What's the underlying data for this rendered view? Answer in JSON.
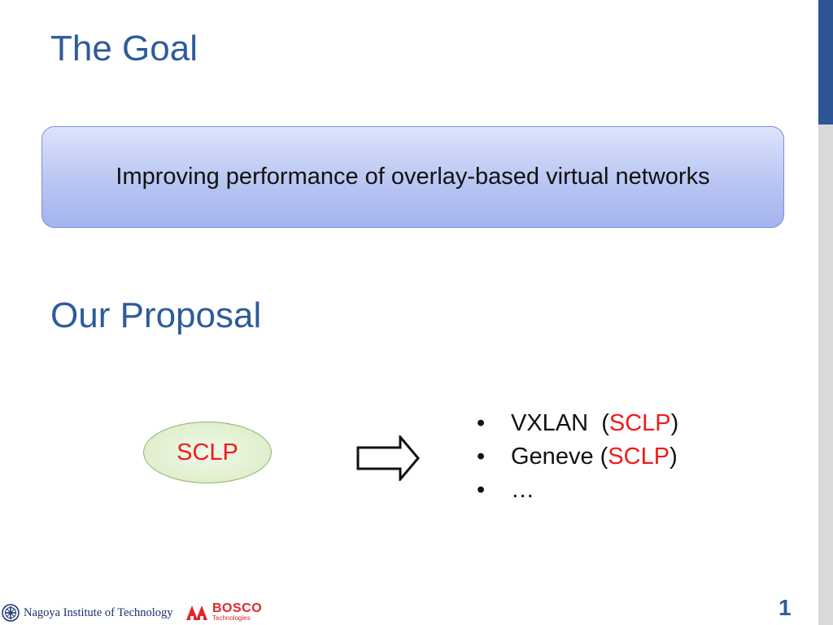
{
  "slide": {
    "goal_heading": "The Goal",
    "goal_text": "Improving performance of overlay-based virtual networks",
    "proposal_heading": "Our Proposal",
    "sclp_label": "SCLP",
    "bullets": [
      {
        "marker": "•",
        "text": "VXLAN  (",
        "highlight": "SCLP",
        "suffix": ")"
      },
      {
        "marker": "•",
        "text": "Geneve (",
        "highlight": "SCLP",
        "suffix": ")"
      },
      {
        "marker": "•",
        "text": "…"
      }
    ],
    "page_number": "1"
  },
  "footer": {
    "institute_name": "Nagoya Institute of Technology",
    "institute_logo_icon": "nit-emblem-icon",
    "company_logo_icon": "bosco-logo-icon",
    "company_name": "BOSCO",
    "company_subtitle": "Technologies"
  },
  "colors": {
    "heading": "#2e5c9a",
    "accent_red": "#ee1c1c",
    "sidebar_dark": "#2f5597",
    "sidebar_light": "#d9d9d9"
  }
}
